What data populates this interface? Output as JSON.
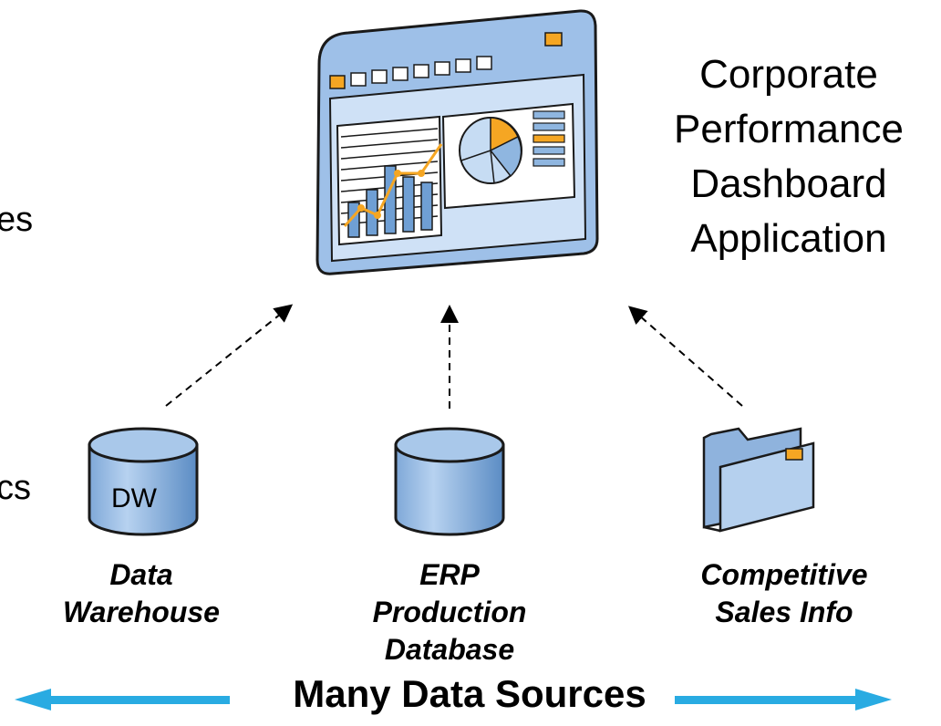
{
  "partial_left_text": {
    "line_1": "es",
    "line_2": "cs"
  },
  "dashboard": {
    "title_lines": [
      "Corporate",
      "Performance",
      "Dashboard",
      "Application"
    ],
    "icon": "dashboard-window-icon"
  },
  "sources": [
    {
      "label_lines": [
        "Data",
        "Warehouse"
      ],
      "icon": "database-cylinder-icon",
      "icon_text": "DW"
    },
    {
      "label_lines": [
        "ERP",
        "Production",
        "Database"
      ],
      "icon": "database-cylinder-icon"
    },
    {
      "label_lines": [
        "Competitive",
        "Sales Info"
      ],
      "icon": "folder-icon"
    }
  ],
  "footer": {
    "label": "Many Data Sources",
    "arrow_color": "#29abe2"
  },
  "colors": {
    "icon_fill": "#a9c8ea",
    "icon_dark": "#5b8cc4",
    "icon_outline": "#1a1a1a",
    "accent_orange": "#f5a623"
  }
}
